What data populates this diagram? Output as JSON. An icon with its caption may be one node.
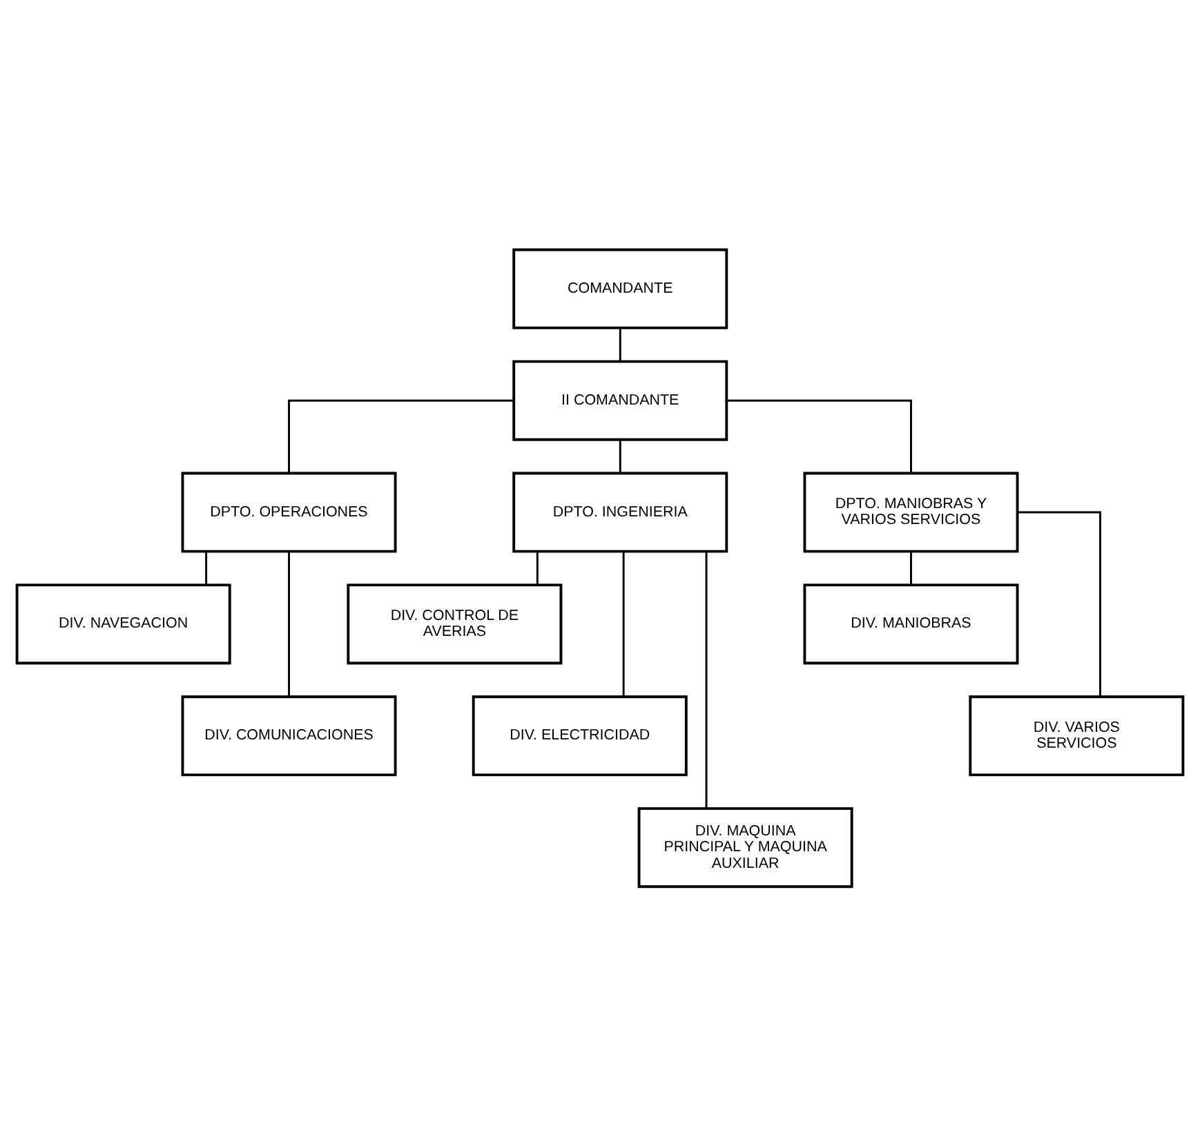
{
  "diagram": {
    "nodes": [
      {
        "text": [
          "COMANDANTE"
        ]
      },
      {
        "text": [
          "II COMANDANTE"
        ]
      },
      {
        "text": [
          "DPTO. OPERACIONES"
        ]
      },
      {
        "text": [
          "DPTO. INGENIERIA"
        ]
      },
      {
        "text": [
          "DPTO. MANIOBRAS Y VARIOS SERVICIOS"
        ]
      },
      {
        "text": [
          "DIV. NAVEGACION"
        ]
      },
      {
        "text": [
          "DIV. COMUNICACIONES"
        ]
      },
      {
        "text": [
          "DIV. CONTROL DE AVERIAS"
        ]
      },
      {
        "text": [
          "DIV. ELECTRICIDAD"
        ]
      },
      {
        "text": [
          "DIV. MAQUINA PRINCIPAL Y MAQUINA AUXILIAR"
        ]
      },
      {
        "text": [
          "DIV. MANIOBRAS"
        ]
      },
      {
        "text": [
          "DIV. VARIOS SERVICIOS"
        ]
      }
    ],
    "edges": [
      {
        "from": 0,
        "to": 1,
        "arrow": "none"
      },
      {
        "from": 1,
        "to": 2,
        "arrow": "none"
      },
      {
        "from": 1,
        "to": 3,
        "arrow": "none"
      },
      {
        "from": 1,
        "to": 4,
        "arrow": "none"
      },
      {
        "from": 2,
        "to": 5,
        "arrow": "none"
      },
      {
        "from": 2,
        "to": 6,
        "arrow": "none"
      },
      {
        "from": 3,
        "to": 7,
        "arrow": "none"
      },
      {
        "from": 3,
        "to": 8,
        "arrow": "none"
      },
      {
        "from": 3,
        "to": 9,
        "arrow": "none"
      },
      {
        "from": 4,
        "to": 10,
        "arrow": "none"
      },
      {
        "from": 4,
        "to": 11,
        "arrow": "none"
      }
    ]
  }
}
